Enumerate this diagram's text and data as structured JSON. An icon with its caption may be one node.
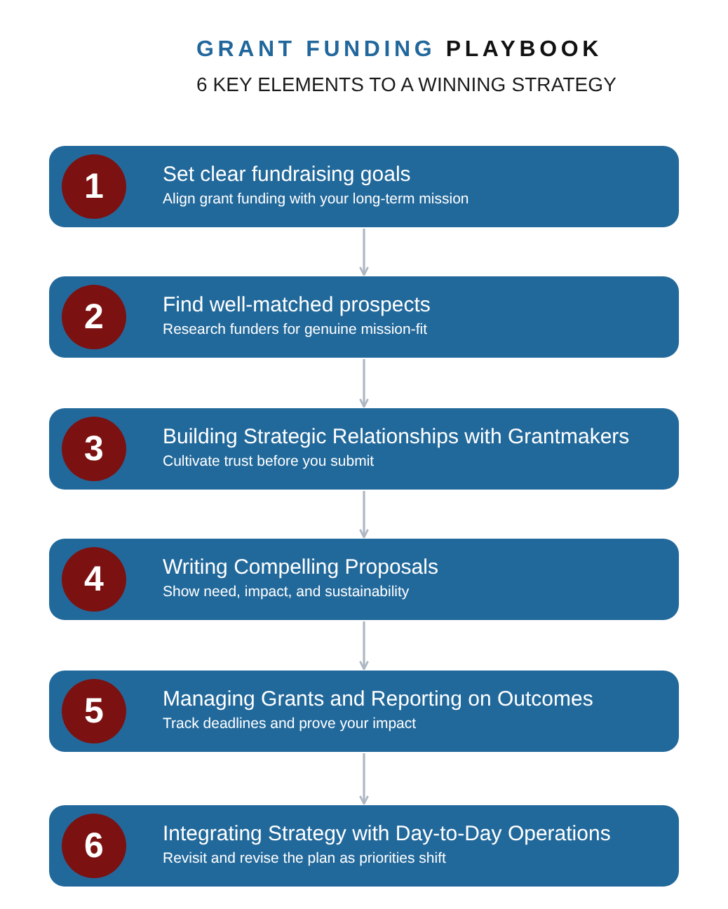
{
  "diagram": {
    "title": "GRANT FUNDING PLAYBOOK",
    "nodes": [
      {
        "text": [
          "Set clear fundraising goals",
          "Align grant funding with your long-term mission"
        ]
      },
      {
        "text": [
          "1"
        ],
        "in": 0
      },
      {
        "text": [
          "Find well-matched prospects",
          "Research funders for genuine mission-fit"
        ]
      },
      {
        "text": [
          "2"
        ],
        "in": 2
      },
      {
        "text": [
          "Building Strategic Relationships with Grantmakers",
          "Cultivate trust before you submit"
        ]
      },
      {
        "text": [
          "3"
        ],
        "in": 4
      },
      {
        "text": [
          "Writing Compelling Proposals",
          "Show need, impact, and sustainability"
        ]
      },
      {
        "text": [
          "4"
        ],
        "in": 6
      },
      {
        "text": [
          "Managing Grants and Reporting on Outcomes",
          "Track deadlines and prove your impact"
        ]
      },
      {
        "text": [
          "5"
        ],
        "in": 8
      },
      {
        "text": [
          "Integrating Strategy with Day-to-Day Operations",
          "Revisit and revise the plan as priorities shift"
        ]
      },
      {
        "text": [
          "6"
        ],
        "in": 10
      }
    ],
    "edges": [
      {
        "from": 0,
        "to": 2,
        "arrow": "to"
      },
      {
        "from": 2,
        "to": 4,
        "arrow": "to"
      },
      {
        "from": 4,
        "to": 6,
        "arrow": "to"
      },
      {
        "from": 6,
        "to": 8,
        "arrow": "to"
      },
      {
        "from": 8,
        "to": 10,
        "arrow": "to"
      }
    ],
    "labels": [
      "6 KEY ELEMENTS TO A WINNING STRATEGY"
    ]
  }
}
